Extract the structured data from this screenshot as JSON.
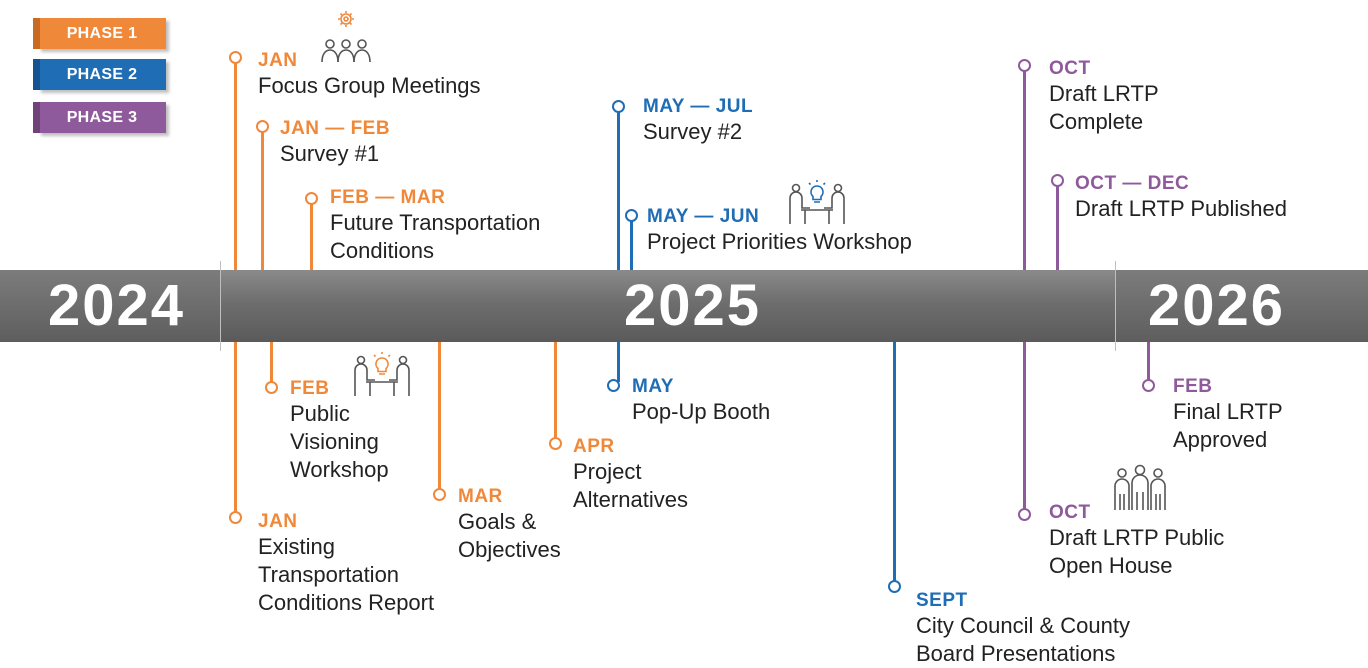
{
  "legend": [
    {
      "label": "PHASE 1",
      "color": "#f0883a"
    },
    {
      "label": "PHASE 2",
      "color": "#1f6db5"
    },
    {
      "label": "PHASE 3",
      "color": "#8f5a9b"
    }
  ],
  "years": [
    "2024",
    "2025",
    "2026"
  ],
  "events": [
    {
      "id": "focus-group",
      "date": "JAN",
      "label": "Focus Group Meetings",
      "phase": 1,
      "icon": "people-gear-icon"
    },
    {
      "id": "survey-1",
      "date": "JAN — FEB",
      "label": "Survey #1",
      "phase": 1
    },
    {
      "id": "future-conditions",
      "date": "FEB — MAR",
      "label": "Future Transportation\nConditions",
      "phase": 1
    },
    {
      "id": "public-visioning",
      "date": "FEB",
      "label": "Public\nVisioning\nWorkshop",
      "phase": 1,
      "icon": "workshop-icon"
    },
    {
      "id": "existing-conditions",
      "date": "JAN",
      "label": "Existing\nTransportation\nConditions Report",
      "phase": 1
    },
    {
      "id": "goals",
      "date": "MAR",
      "label": "Goals &\nObjectives",
      "phase": 1
    },
    {
      "id": "alternatives",
      "date": "APR",
      "label": "Project\nAlternatives",
      "phase": 1
    },
    {
      "id": "survey-2",
      "date": "MAY — JUL",
      "label": "Survey #2",
      "phase": 2
    },
    {
      "id": "priorities-workshop",
      "date": "MAY — JUN",
      "label": "Project Priorities Workshop",
      "phase": 2,
      "icon": "workshop-icon"
    },
    {
      "id": "popup-booth",
      "date": "MAY",
      "label": "Pop-Up Booth",
      "phase": 2
    },
    {
      "id": "presentations",
      "date": "SEPT",
      "label": "City Council & County\nBoard Presentations",
      "phase": 2
    },
    {
      "id": "draft-complete",
      "date": "OCT",
      "label": "Draft LRTP\nComplete",
      "phase": 3
    },
    {
      "id": "draft-published",
      "date": "OCT — DEC",
      "label": "Draft LRTP Published",
      "phase": 3
    },
    {
      "id": "open-house",
      "date": "OCT",
      "label": "Draft LRTP Public\nOpen House",
      "phase": 3,
      "icon": "group-icon"
    },
    {
      "id": "final-approved",
      "date": "FEB",
      "label": "Final LRTP\nApproved",
      "phase": 3
    }
  ]
}
